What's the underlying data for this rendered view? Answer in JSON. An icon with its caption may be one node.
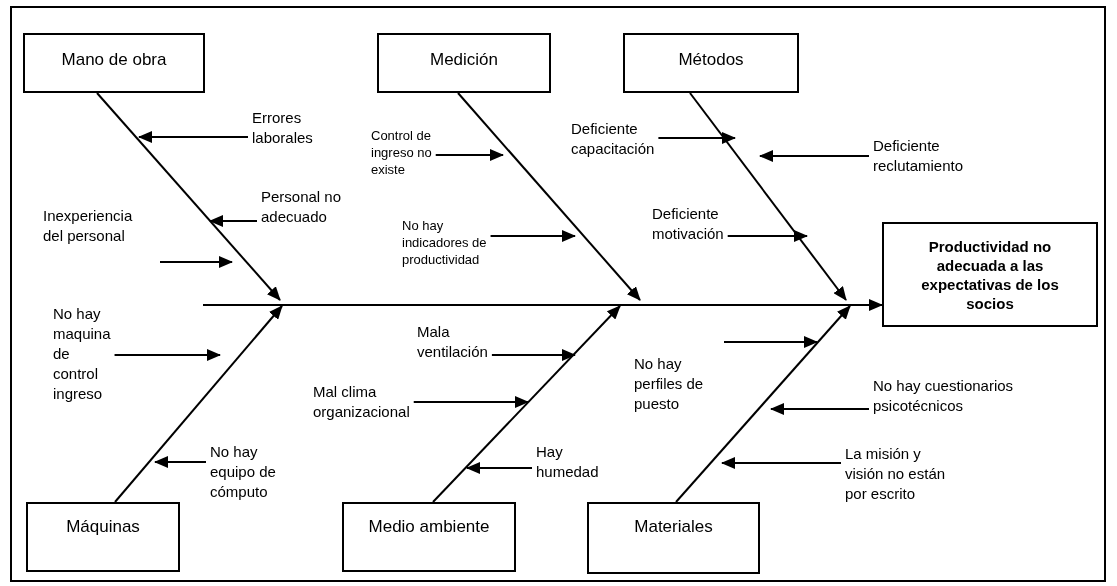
{
  "diagram": {
    "nodes": [
      {
        "text": [
          "Mano de obra"
        ]
      },
      {
        "text": [
          "Medición"
        ]
      },
      {
        "text": [
          "Métodos"
        ]
      },
      {
        "text": [
          "Errores laborales"
        ]
      },
      {
        "text": [
          "Control de ingreso no existe"
        ]
      },
      {
        "text": [
          "Deficiente capacitación"
        ]
      },
      {
        "text": [
          "Deficiente reclutamiento"
        ]
      },
      {
        "text": [
          "Personal no adecuado"
        ]
      },
      {
        "text": [
          "Inexperiencia del personal"
        ]
      },
      {
        "text": [
          "No hay indicadores de productividad"
        ]
      },
      {
        "text": [
          "Deficiente motivación"
        ]
      },
      {
        "text": [
          "Productividad no adecuada a las expectativas de los socios"
        ]
      },
      {
        "text": [
          "No hay maquina de control ingreso"
        ]
      },
      {
        "text": [
          "Mala ventilación"
        ]
      },
      {
        "text": [
          "No hay perfiles de puesto"
        ]
      },
      {
        "text": [
          "No hay cuestionarios psicotécnicos"
        ]
      },
      {
        "text": [
          "Mal clima organizacional"
        ]
      },
      {
        "text": [
          "No hay equipo de cómputo"
        ]
      },
      {
        "text": [
          "Hay humedad"
        ]
      },
      {
        "text": [
          "La misión y visión no están por escrito"
        ]
      },
      {
        "text": [
          "Máquinas"
        ]
      },
      {
        "text": [
          "Medio ambiente"
        ]
      },
      {
        "text": [
          "Materiales"
        ]
      }
    ],
    "edges": [
      {
        "from": null,
        "to": 11,
        "arrow": "to"
      },
      {
        "from": 0,
        "to": null,
        "arrow": "to"
      },
      {
        "from": 1,
        "to": null,
        "arrow": "to"
      },
      {
        "from": 2,
        "to": null,
        "arrow": "to"
      },
      {
        "from": 20,
        "to": null,
        "arrow": "to"
      },
      {
        "from": 21,
        "to": null,
        "arrow": "to"
      },
      {
        "from": 22,
        "to": null,
        "arrow": "to"
      },
      {
        "from": 3,
        "to": null,
        "arrow": "to"
      },
      {
        "from": 4,
        "to": null,
        "arrow": "to"
      },
      {
        "from": 5,
        "to": null,
        "arrow": "to"
      },
      {
        "from": 6,
        "to": null,
        "arrow": "to"
      },
      {
        "from": 7,
        "to": null,
        "arrow": "to"
      },
      {
        "from": 8,
        "to": null,
        "arrow": "to"
      },
      {
        "from": 9,
        "to": null,
        "arrow": "to"
      },
      {
        "from": 10,
        "to": null,
        "arrow": "to"
      },
      {
        "from": 12,
        "to": null,
        "arrow": "to"
      },
      {
        "from": 13,
        "to": null,
        "arrow": "to"
      },
      {
        "from": 14,
        "to": null,
        "arrow": "to"
      },
      {
        "from": 15,
        "to": null,
        "arrow": "to"
      },
      {
        "from": 16,
        "to": null,
        "arrow": "to"
      },
      {
        "from": 17,
        "to": null,
        "arrow": "to"
      },
      {
        "from": 18,
        "to": null,
        "arrow": "to"
      },
      {
        "from": 19,
        "to": null,
        "arrow": "to"
      }
    ]
  }
}
